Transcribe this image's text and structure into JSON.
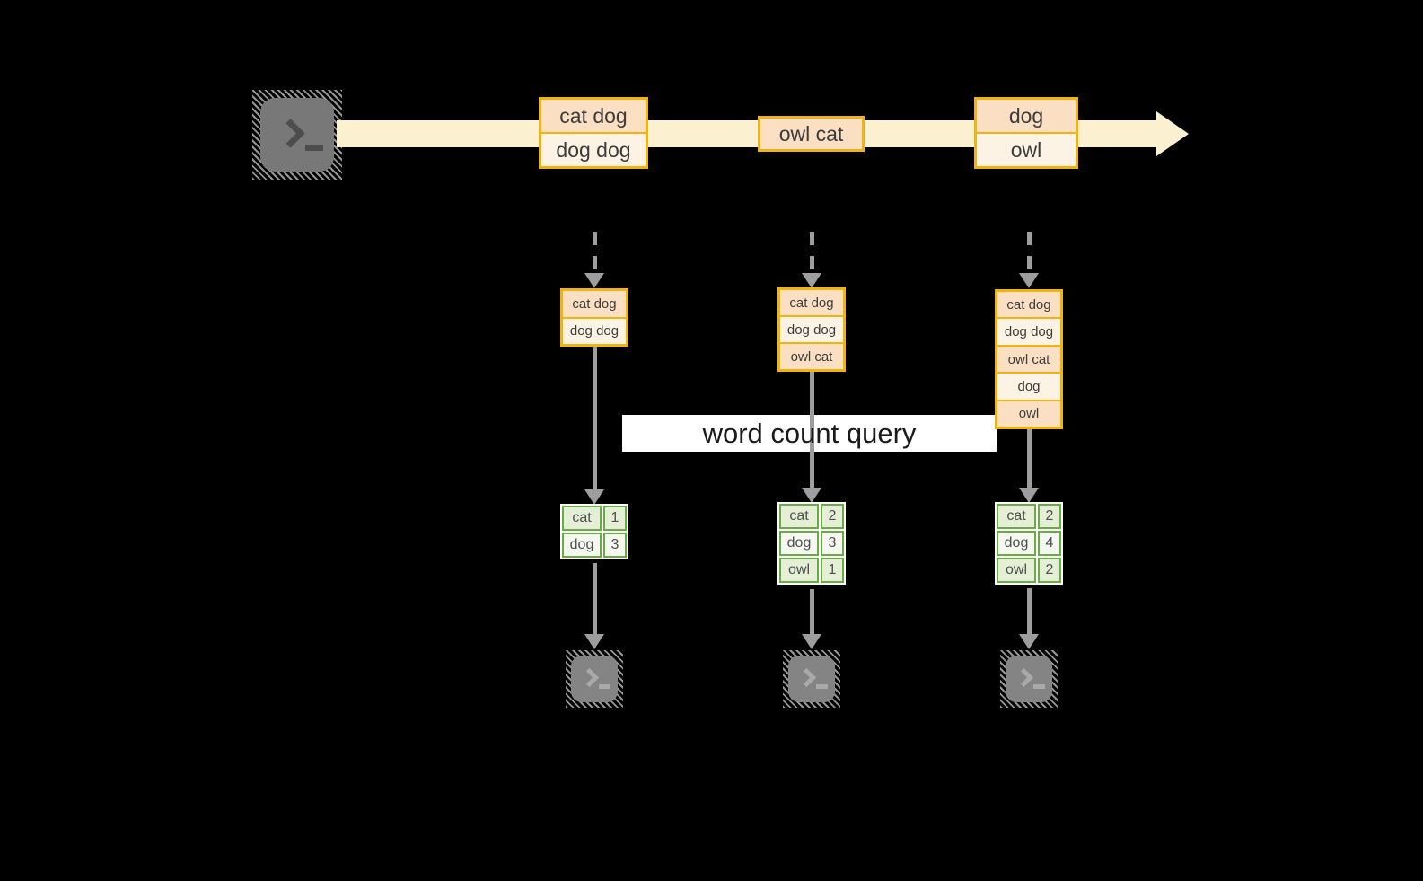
{
  "diagram": {
    "kind": "streaming word count",
    "banner_label": "word count query"
  },
  "icons": {
    "source_terminal": "terminal-icon",
    "sink_terminal": "terminal-icon",
    "stream_arrow": "right-arrow",
    "ingest_arrow": "dashed-down-arrow",
    "flow_arrow": "down-arrow"
  },
  "stream": {
    "events": [
      {
        "rows": [
          "cat dog",
          "dog dog"
        ]
      },
      {
        "rows": [
          "owl cat"
        ]
      },
      {
        "rows": [
          "dog",
          "owl"
        ]
      }
    ]
  },
  "columns": [
    {
      "buffer": [
        "cat dog",
        "dog dog"
      ],
      "counts": {
        "rows": [
          {
            "word": "cat",
            "count": "1"
          },
          {
            "word": "dog",
            "count": "3"
          }
        ]
      }
    },
    {
      "buffer": [
        "cat dog",
        "dog dog",
        "owl cat"
      ],
      "counts": {
        "rows": [
          {
            "word": "cat",
            "count": "2"
          },
          {
            "word": "dog",
            "count": "3"
          },
          {
            "word": "owl",
            "count": "1"
          }
        ]
      }
    },
    {
      "buffer": [
        "cat dog",
        "dog dog",
        "owl cat",
        "dog",
        "owl"
      ],
      "counts": {
        "rows": [
          {
            "word": "cat",
            "count": "2"
          },
          {
            "word": "dog",
            "count": "4"
          },
          {
            "word": "owl",
            "count": "2"
          }
        ]
      }
    }
  ],
  "colors": {
    "accent_gold": "#f0b310",
    "fill_peach": "#fbdfc2",
    "fill_cream": "#fdf3e5",
    "stream_band": "#fbf0cf",
    "green_border": "#6aab47",
    "green_fill": "#e4efd6",
    "green_fill_alt": "#f4f8ef",
    "connector_gray": "#9e9e9e",
    "background": "#000000"
  }
}
